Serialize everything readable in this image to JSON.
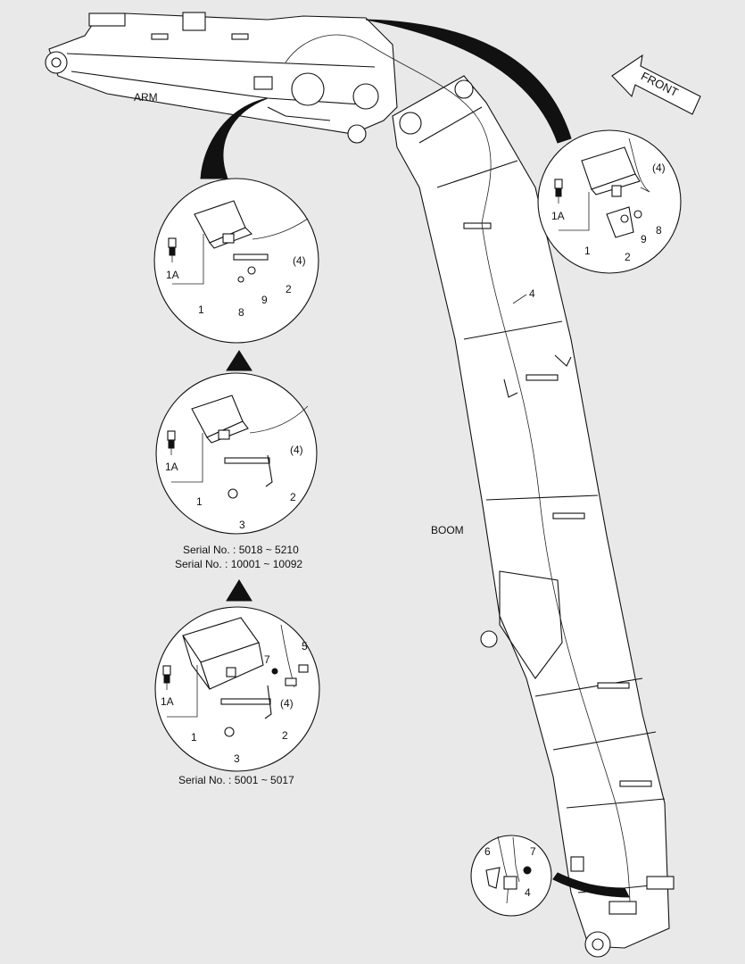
{
  "labels": {
    "arm": "ARM",
    "boom": "BOOM",
    "front": "FRONT"
  },
  "parts": {
    "p1": "1",
    "p1a": "1A",
    "p2": "2",
    "p3": "3",
    "p4": "4",
    "p4_ref": "(4)",
    "p5": "5",
    "p6": "6",
    "p7": "7",
    "p8": "8",
    "p9": "9"
  },
  "serials": {
    "middle_line1": "Serial No.  : 5018 ~ 5210",
    "middle_line2": "Serial No.  : 10001 ~ 10092",
    "bottom": "Serial No.  : 5001 ~ 5017"
  }
}
